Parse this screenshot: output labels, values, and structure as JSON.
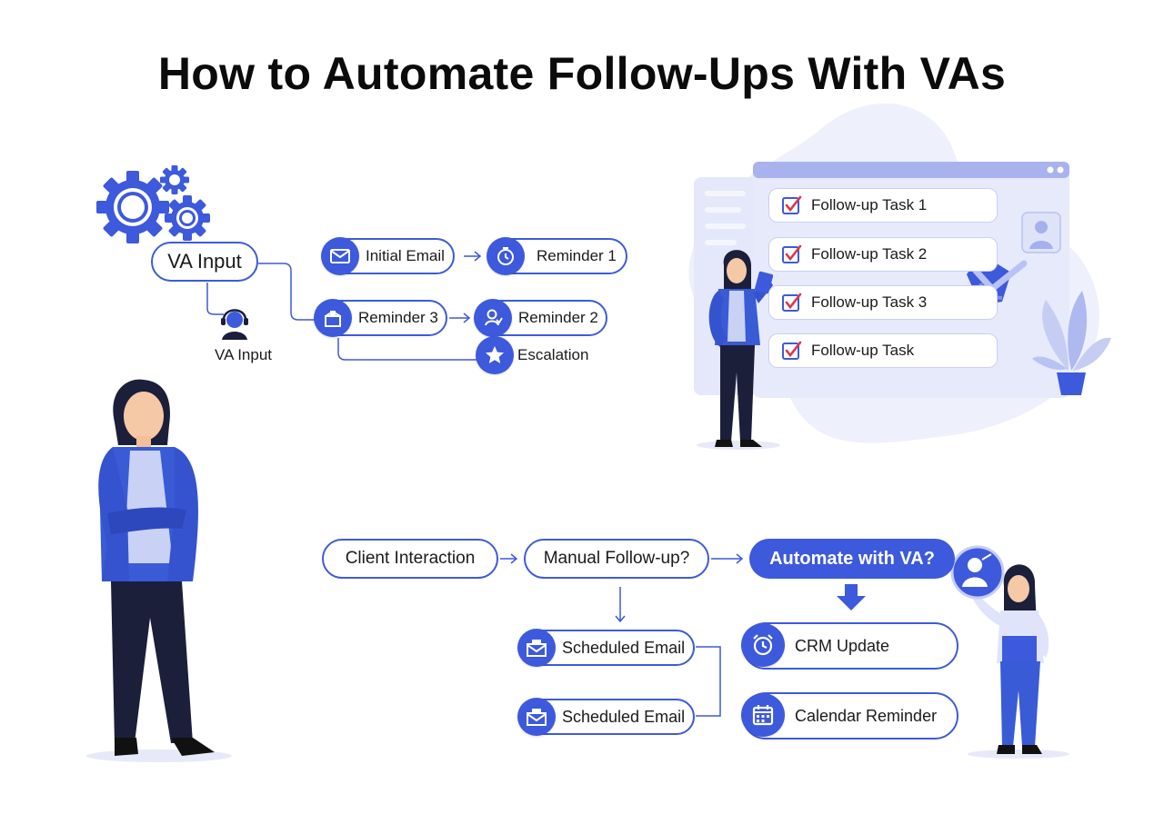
{
  "title": "How to Automate Follow-Ups With VAs",
  "colors": {
    "accent": "#3d59dc",
    "light_panel": "#e7eafb",
    "dark_navy": "#1b1f3a",
    "check_red": "#d8384a"
  },
  "top_flow": {
    "va_input_box": "VA Input",
    "va_input_icon_label": "VA Input",
    "initial_email": "Initial Email",
    "reminder_1": "Reminder 1",
    "reminder_3": "Reminder 3",
    "reminder_2": "Reminder 2",
    "escalation": "Escalation"
  },
  "task_panel": {
    "tasks": [
      "Follow-up Task 1",
      "Follow-up Task 2",
      "Follow-up Task 3",
      "Follow-up Task"
    ]
  },
  "bottom_flow": {
    "client_interaction": "Client Interaction",
    "manual_followup": "Manual Follow-up?",
    "automate_with_va": "Automate with VA?",
    "scheduled_email_1": "Scheduled Email",
    "scheduled_email_2": "Scheduled Email",
    "crm_update": "CRM Update",
    "calendar_reminder": "Calendar Reminder"
  },
  "icons": [
    "gears-icon",
    "envelope-icon",
    "clock-icon",
    "mailbox-icon",
    "user-icon",
    "star-icon",
    "headset-user-icon",
    "check-icon",
    "alarm-clock-icon",
    "calendar-icon",
    "plant-icon"
  ]
}
